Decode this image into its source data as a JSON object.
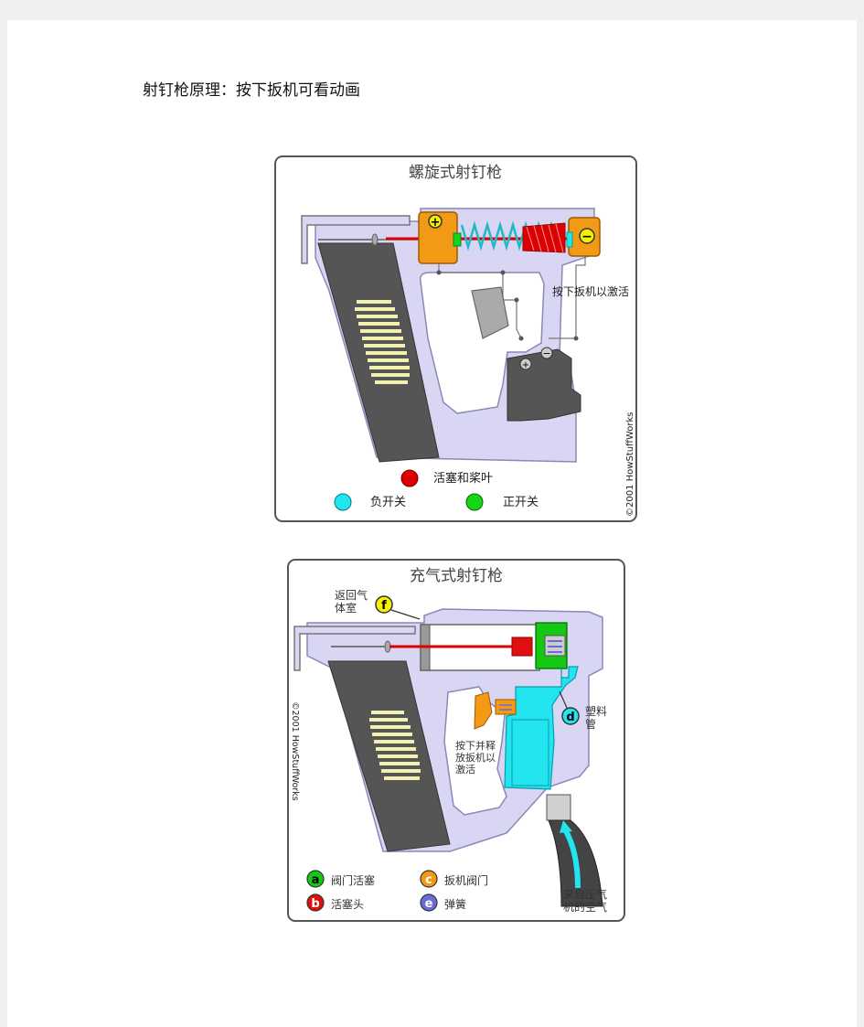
{
  "document": {
    "heading": "射钉枪原理：按下扳机可看动画"
  },
  "figure1": {
    "title": "螺旋式射钉枪",
    "trigger_note": "按下扳机以激活",
    "copyright": "©2001 HowStuffWorks",
    "plus_symbol": "+",
    "minus_symbol": "−",
    "legend": {
      "piston": "活塞和桨叶",
      "negative_switch": "负开关",
      "positive_switch": "正开关"
    },
    "colors": {
      "piston": "#dd0000",
      "negative_switch": "#22e5f0",
      "positive_switch": "#14d614",
      "body": "#d8d6f2",
      "orange": "#f29a16"
    }
  },
  "figure2": {
    "title": "充气式射钉枪",
    "return_air_label_1": "返回气",
    "return_air_label_2": "体室",
    "tube_label_1": "塑料",
    "tube_label_2": "管",
    "trigger_note_1": "按下并释",
    "trigger_note_2": "放扳机以",
    "trigger_note_3": "激活",
    "air_source_1": "来自压气",
    "air_source_2": "机的空气",
    "copyright": "©2001 HowStuffWorks",
    "markers": {
      "a": "a",
      "b": "b",
      "c": "c",
      "d": "d",
      "e": "e",
      "f": "f"
    },
    "legend": {
      "a": "阀门活塞",
      "b": "活塞头",
      "c": "扳机阀门",
      "e": "弹簧"
    },
    "colors": {
      "a": "#14c814",
      "b": "#e01010",
      "c": "#f29a16",
      "d": "#22e5f0",
      "e": "#6a6ad8",
      "f": "#f5f000",
      "air": "#22e5f0"
    }
  }
}
